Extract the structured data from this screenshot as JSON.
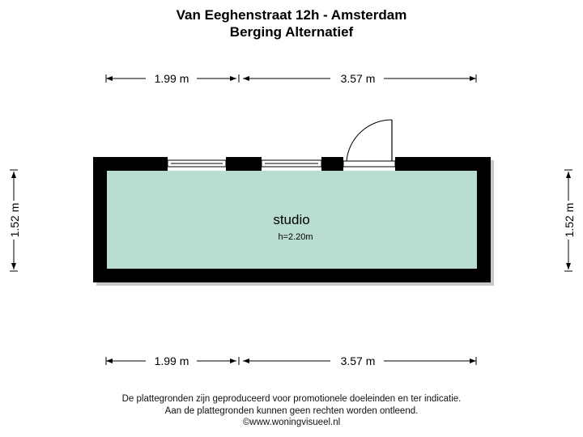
{
  "title": {
    "line1": "Van Eeghenstraat 12h - Amsterdam",
    "line2": "Berging Alternatief"
  },
  "dimensions": {
    "top_left": "1.99 m",
    "top_right": "3.57 m",
    "bottom_left": "1.99 m",
    "bottom_right": "3.57 m",
    "left_height": "1.52 m",
    "right_height": "1.52 m"
  },
  "room": {
    "name": "studio",
    "height": "h=2.20m"
  },
  "colors": {
    "wall": "#000000",
    "floor": "#b9ddd0",
    "shadow": "#c8c8c8"
  },
  "footer": {
    "line1": "De plattegronden zijn geproduceerd voor promotionele doeleinden en ter indicatie.",
    "line2": "Aan de plattegronden kunnen geen rechten worden ontleend.",
    "line3": "©www.woningvisueel.nl"
  }
}
